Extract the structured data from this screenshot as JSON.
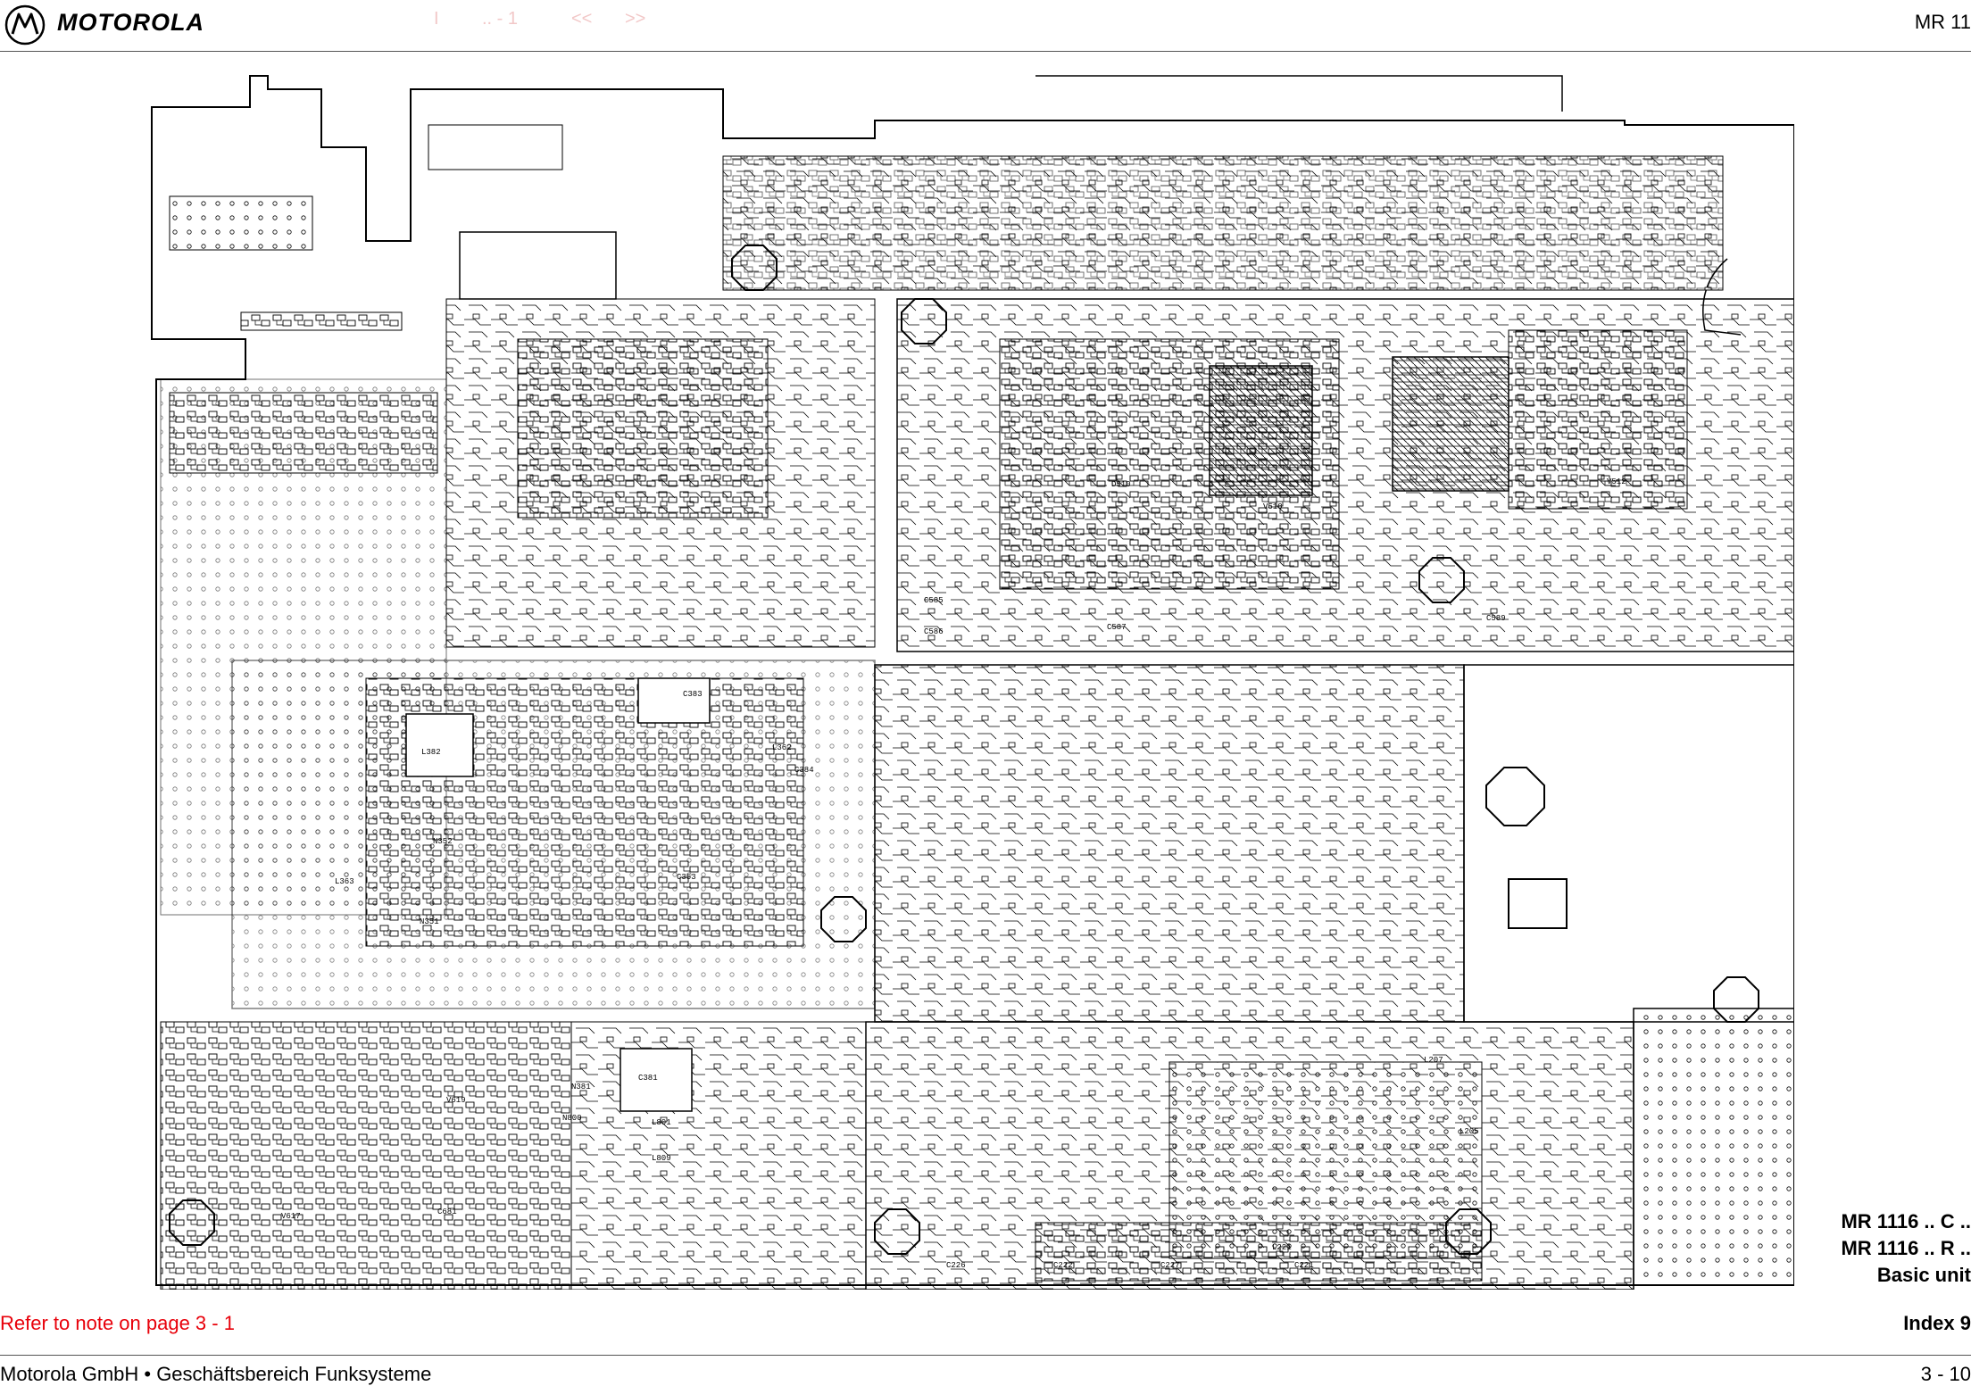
{
  "header": {
    "brand": "MOTOROLA",
    "nav_items": [
      "I",
      ".. - 1",
      "<<",
      ">>"
    ],
    "model": "MR 11"
  },
  "board": {
    "component_labels": [
      "C383",
      "L382",
      "L362",
      "C384",
      "N352",
      "N351",
      "C353",
      "L363",
      "C381",
      "N381",
      "C587",
      "C586",
      "C585",
      "C589",
      "L221",
      "C221",
      "C222",
      "C227",
      "C226",
      "L207",
      "L205",
      "N800",
      "L801",
      "L809",
      "V617",
      "C681",
      "V619",
      "V518",
      "D510",
      "V512"
    ]
  },
  "caption": {
    "line1": "MR 1116 .. C ..",
    "line2": "MR 1116 .. R ..",
    "line3": "Basic unit"
  },
  "note": "Refer to note on page 3 - 1",
  "index_label": "Index 9",
  "footer": {
    "left": "Motorola GmbH • Geschäftsbereich Funksysteme",
    "right": "3 - 10"
  },
  "colors": {
    "note": "#e8000a",
    "nav": "#f2c8c8"
  }
}
